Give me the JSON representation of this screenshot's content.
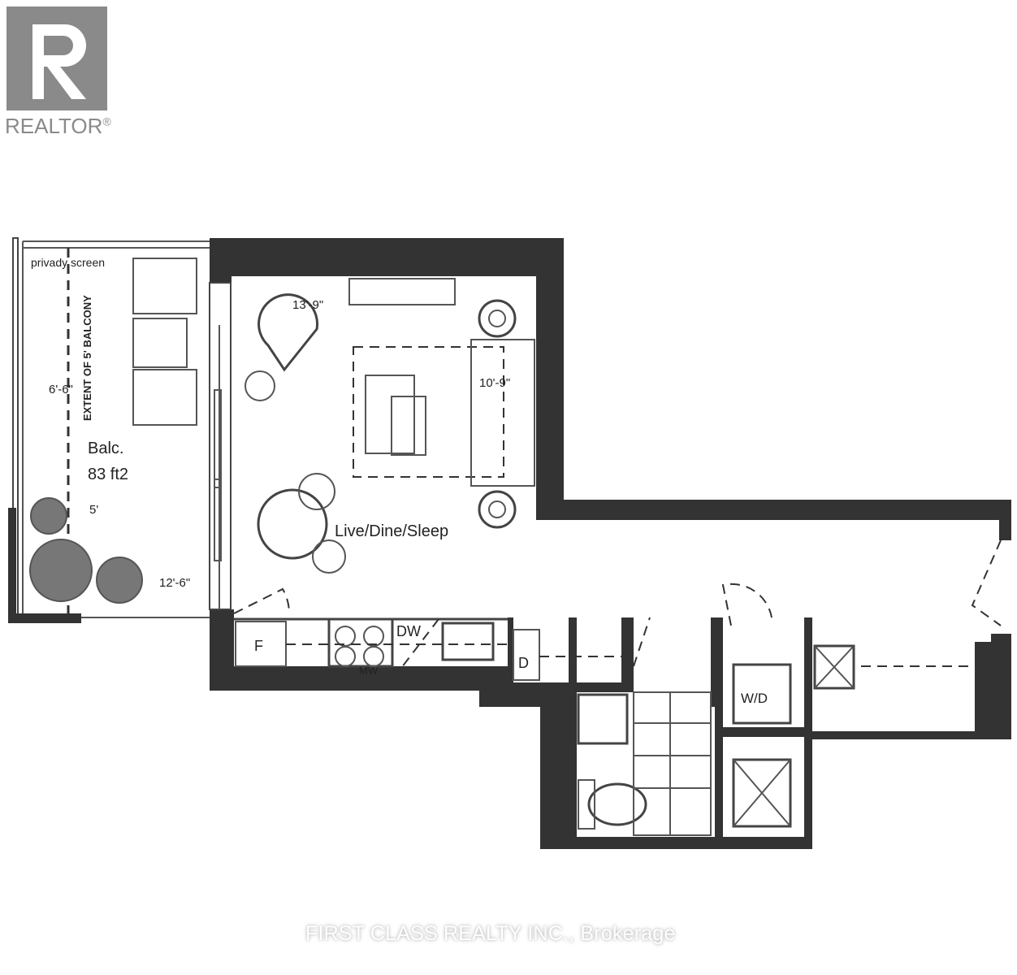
{
  "logo": {
    "text": "REALTOR",
    "mark": "®"
  },
  "plan": {
    "main_room": "Live/Dine/Sleep",
    "balcony_label": "Balc.",
    "balcony_area": "83 ft2",
    "privacy_screen": "privady screen",
    "balcony_extent": "EXTENT OF 5' BALCONY",
    "dims": {
      "room_width": "13'-9\"",
      "room_depth": "10'-9\"",
      "balcony_depth": "6'-6\"",
      "balcony_min": "5'",
      "balcony_length": "12'-6\""
    },
    "fridge": "F",
    "dishwasher": "DW",
    "microwave": "MW",
    "dryer_closet": "D",
    "washer_dryer": "W/D"
  },
  "footer": {
    "brokerage": "FIRST CLASS REALTY INC., Brokerage"
  }
}
